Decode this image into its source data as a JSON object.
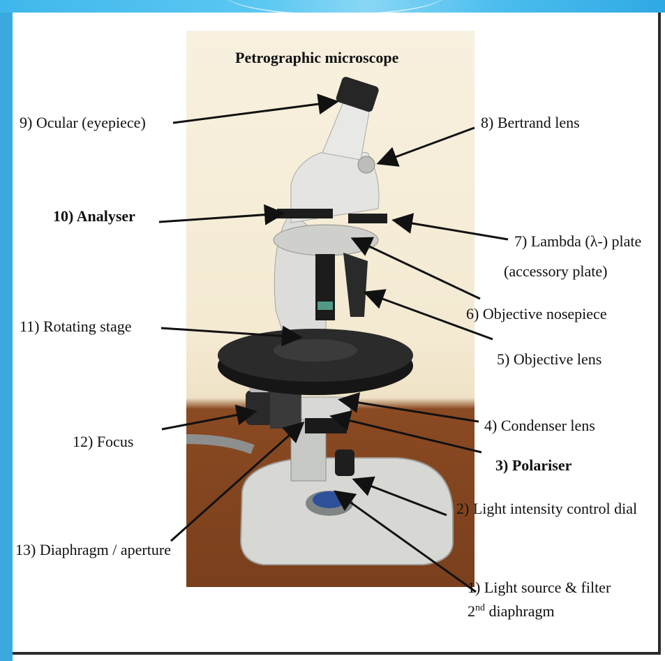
{
  "title": "Petrographic microscope",
  "labels": {
    "ocular": "9) Ocular (eyepiece)",
    "bertrand": "8) Bertrand lens",
    "analyser": "10) Analyser",
    "lambda_1": "7) Lambda (λ-) plate",
    "lambda_2": "(accessory plate)",
    "nosepiece": "6) Objective nosepiece",
    "stage": "11) Rotating stage",
    "objective": "5) Objective lens",
    "condenser": "4) Condenser lens",
    "focus": "12) Focus",
    "polariser": "3) Polariser",
    "dial": "2) Light intensity control dial",
    "diaphragm": "13) Diaphragm / aperture",
    "light_1": "1) Light source & filter",
    "light_2_num": "2",
    "light_2_sup": "nd",
    "light_2_rest": " diaphragm"
  },
  "colors": {
    "accent": "#39a9df",
    "background_photo": "#f4ead2",
    "table": "#7a3f1c",
    "microscope_body": "#d9dad8",
    "stage": "#1d1d1d"
  }
}
